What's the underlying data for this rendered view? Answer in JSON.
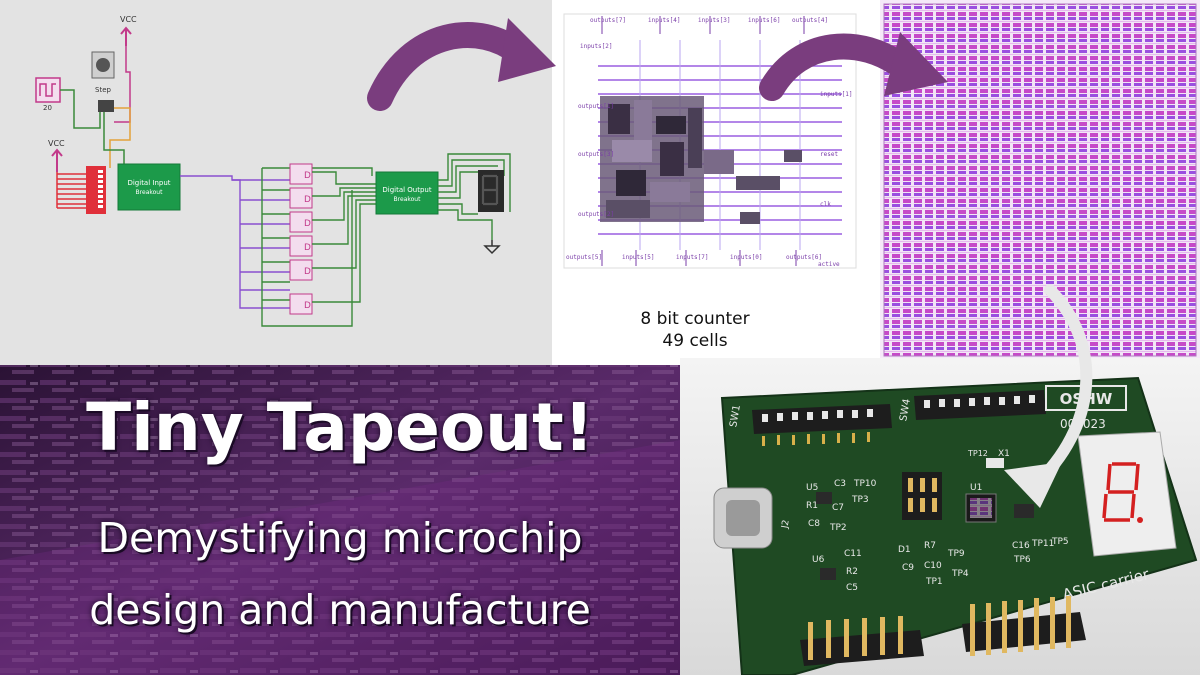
{
  "headline": "Tiny Tapeout!",
  "subtitle_line1": "Demystifying microchip",
  "subtitle_line2": "design and manufacture",
  "counter_caption": [
    "8 bit counter",
    "49 cells"
  ],
  "schematic": {
    "vcc_labels": [
      "VCC",
      "VCC"
    ],
    "clock_label": "20",
    "button_label": "Step",
    "input_breakout": [
      "Digital Input",
      "Breakout"
    ],
    "output_breakout": [
      "Digital Output",
      "Breakout"
    ],
    "ff_label": "D"
  },
  "layout_pins": {
    "top": [
      "outputs[7]",
      "inputs[4]",
      "inputs[3]",
      "inputs[6]",
      "outputs[4]"
    ],
    "left": [
      "inputs[2]",
      "outputs[1]",
      "outputs[3]",
      "outputs[2]"
    ],
    "right": [
      "inputs[1]",
      "reset",
      "clk"
    ],
    "bottom": [
      "outputs[5]",
      "inputs[5]",
      "inputs[7]",
      "inputs[0]",
      "outputs[6]"
    ],
    "bottom_right": "active"
  },
  "pcb": {
    "switch_labels": [
      "SW1",
      "SW4"
    ],
    "connector": "J2",
    "logo": "OSHW",
    "board_id": "000023",
    "carrier_label": "ASIC carrier",
    "chip_ref": "U1",
    "crystal_ref": "X1",
    "tp12": "TP12",
    "group1": [
      "U5",
      "C3",
      "TP10",
      "R1",
      "C7",
      "TP3",
      "C8",
      "TP2"
    ],
    "group2": [
      "U6",
      "C11",
      "R2",
      "C5"
    ],
    "group3": [
      "D1",
      "R7",
      "C9",
      "C10",
      "TP9",
      "TP1",
      "TP4"
    ],
    "group4": [
      "C16",
      "TP11",
      "TP5",
      "TP6"
    ]
  },
  "colors": {
    "arrow": "#7a3d7e",
    "schematic_bg": "#e3e3e3",
    "breakout_green": "#1c9a4a",
    "wire_purple": "#8a4fd0",
    "wire_green": "#3a8a3a",
    "pcb_green": "#1f4a23",
    "banner_purple": "#3b1a4a"
  }
}
